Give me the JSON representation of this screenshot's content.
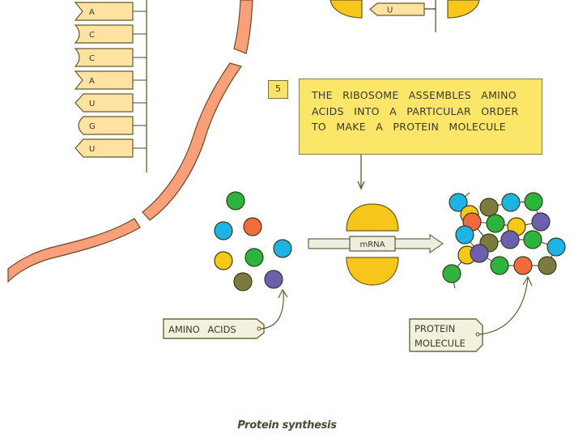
{
  "trna_left": {
    "bases": [
      "A",
      "C",
      "C",
      "A",
      "U",
      "G",
      "U"
    ],
    "shapes": [
      "chevron",
      "concave",
      "concave",
      "chevron",
      "arrow",
      "round",
      "arrow"
    ]
  },
  "trna_top": {
    "bases": [
      "U"
    ]
  },
  "step": {
    "number": "5",
    "text": "THE RIBOSOME ASSEMBLES AMINO ACIDS INTO A PARTICULAR ORDER TO MAKE A PROTEIN MOLECULE"
  },
  "ribosome": {
    "mrna_label": "mRNA"
  },
  "amino_acids": {
    "label": "AMINO ACIDS",
    "colors": [
      "#2bb53c",
      "#1cb4e3",
      "#f36a3c",
      "#1cb4e3",
      "#f7c814",
      "#2bb53c",
      "#7d7a40",
      "#6c5fb0"
    ]
  },
  "protein": {
    "label_line1": "PROTEIN",
    "label_line2": "MOLECULE"
  },
  "colors": {
    "membrane": "#f9a07a",
    "ribosome": "#f6c61a",
    "trna": "#fde2a2",
    "callout": "#fbe66a",
    "tag": "#f3f1de",
    "outline": "#5e5a2c"
  },
  "caption": "Protein synthesis"
}
